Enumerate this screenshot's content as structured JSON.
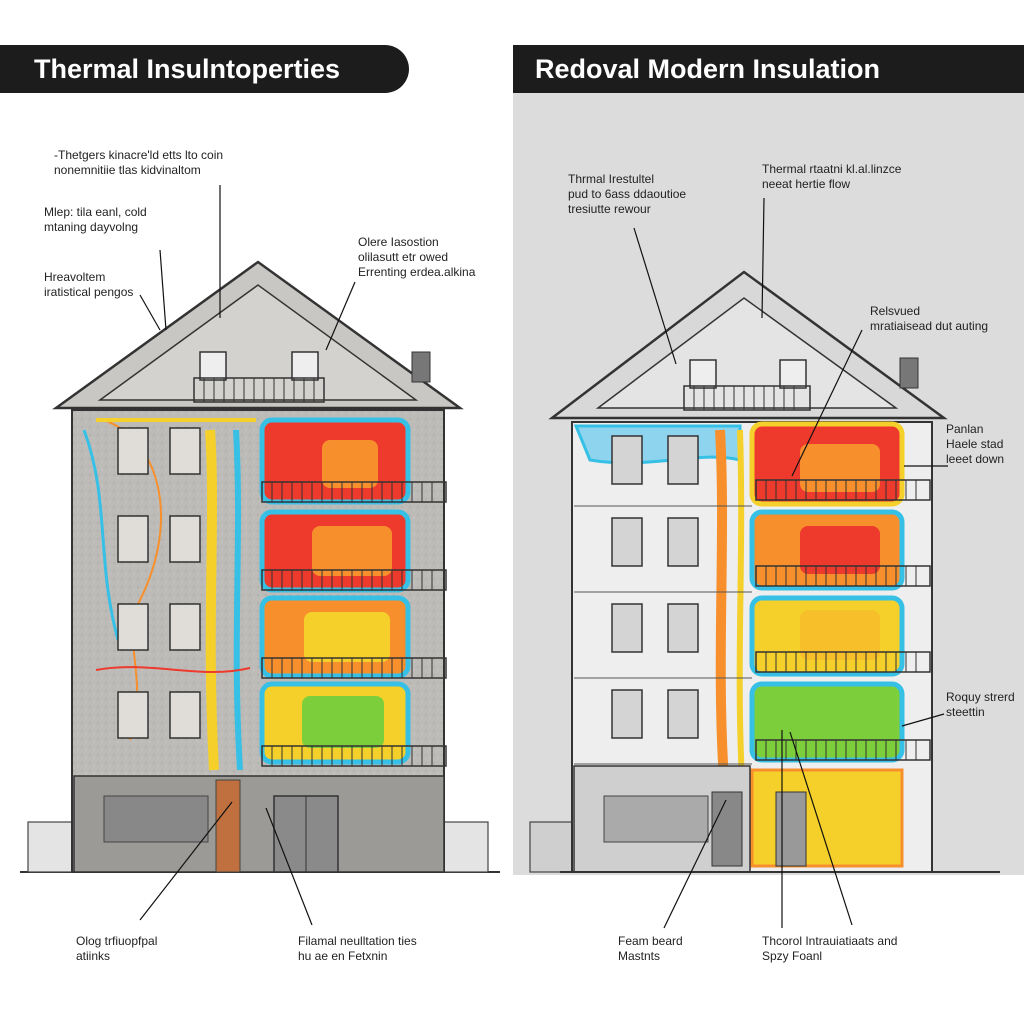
{
  "left_panel": {
    "title": "Thermal Insulntoperties",
    "annotations": [
      {
        "line1": "-Thetgers kinacre'ld etts lto coin",
        "line2": "nonemnitiie tlas kidvinaltom"
      },
      {
        "line1": "Mlep: tila eanl, cold",
        "line2": "mtaning dayvolng"
      },
      {
        "line1": "Hreavoltem",
        "line2": "iratistical pengos"
      },
      {
        "line1": "Olere Iasostion",
        "line2": "olilasutt etr owed",
        "line3": "Errenting erdea.alkina"
      },
      {
        "line1": "Olog trfiuopfpal",
        "line2": "atiinks"
      },
      {
        "line1": "Filamal neulltation ties",
        "line2": "hu ae en Fetxnin"
      }
    ]
  },
  "right_panel": {
    "title": "Redoval Modern Insulation",
    "annotations": [
      {
        "line1": "Thrmal Irestultel",
        "line2": "pud to 6ass ddaoutioe",
        "line3": "tresiutte rewour"
      },
      {
        "line1": "Thermal rtaatni kl.al.linzce",
        "line2": "neeat hertie flow"
      },
      {
        "line1": "Relsvued",
        "line2": "mratiaisead dut auting"
      },
      {
        "line1": "Panlan",
        "line2": "Haele stad",
        "line3": "leeet down"
      },
      {
        "line1": "Roquy strerd",
        "line2": "steettin"
      },
      {
        "line1": "Feam beard",
        "line2": "Mastnts"
      },
      {
        "line1": "Thcorol Intrauiatiaats and",
        "line2": "Spzy Foanl"
      }
    ]
  },
  "colors": {
    "title_bg": "#1c1c1c",
    "right_bg": "#dcdcdc",
    "heat_red": "#ee3a2c",
    "heat_orange": "#f7902c",
    "heat_yellow": "#f5d02a",
    "heat_green": "#7ccf3a",
    "heat_cyan": "#36c0e6",
    "wall_left": "#bdbbb8",
    "wall_right": "#eeeeee"
  }
}
